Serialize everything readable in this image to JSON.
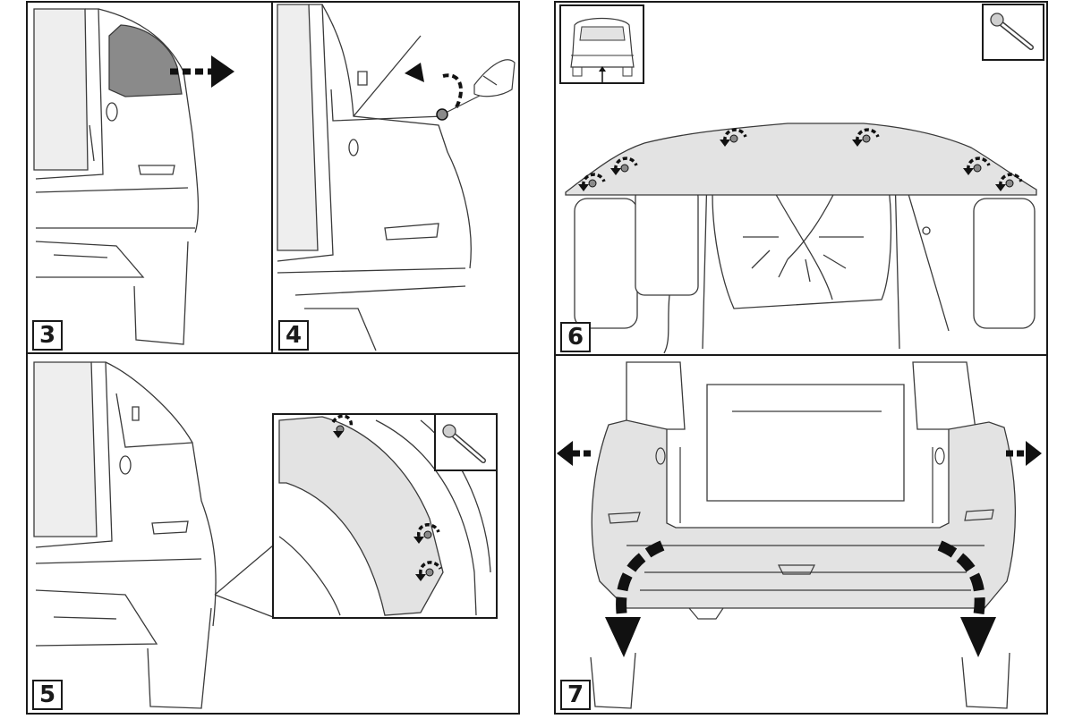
{
  "steps": [
    {
      "label": "3"
    },
    {
      "label": "4"
    },
    {
      "label": "5"
    },
    {
      "label": "6"
    },
    {
      "label": "7"
    }
  ],
  "icons": {
    "wrench": "ratchet-wrench-icon",
    "vehicle": "car-rear-icon"
  },
  "colors": {
    "line": "#3a3a3a",
    "frame": "#1a1a1a",
    "part_fill": "#e3e3e3",
    "dark_part_fill": "#8a8a8a",
    "arrow": "#111111"
  }
}
